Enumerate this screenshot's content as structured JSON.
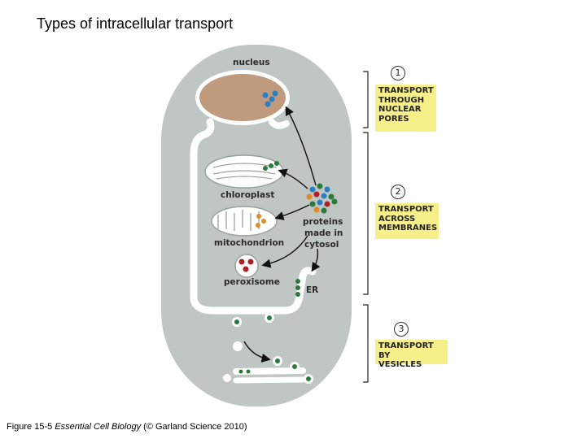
{
  "title": "Types of intracellular transport",
  "caption": {
    "prefix": "Figure 15-5 ",
    "book": "Essential Cell Biology",
    "suffix": " (© Garland Science 2010)"
  },
  "labels": {
    "nucleus": "nucleus",
    "chloroplast": "chloroplast",
    "mitochondrion": "mitochondrion",
    "peroxisome": "peroxisome",
    "er": "ER",
    "proteins": [
      "proteins",
      "made in",
      "cytosol"
    ]
  },
  "steps": [
    {
      "number": "1",
      "text": "TRANSPORT\nTHROUGH\nNUCLEAR\nPORES"
    },
    {
      "number": "2",
      "text": "TRANSPORT\nACROSS\nMEMBRANES"
    },
    {
      "number": "3",
      "text": "TRANSPORT BY\nVESICLES"
    }
  ],
  "colors": {
    "cell": "#bfc6c4",
    "nucleus": "#c09a7c",
    "highlight": "#f7f08a",
    "protein_blue": "#2a7fc0",
    "protein_green": "#2a7a3a",
    "protein_orange": "#e08a28",
    "protein_red": "#b02020"
  }
}
